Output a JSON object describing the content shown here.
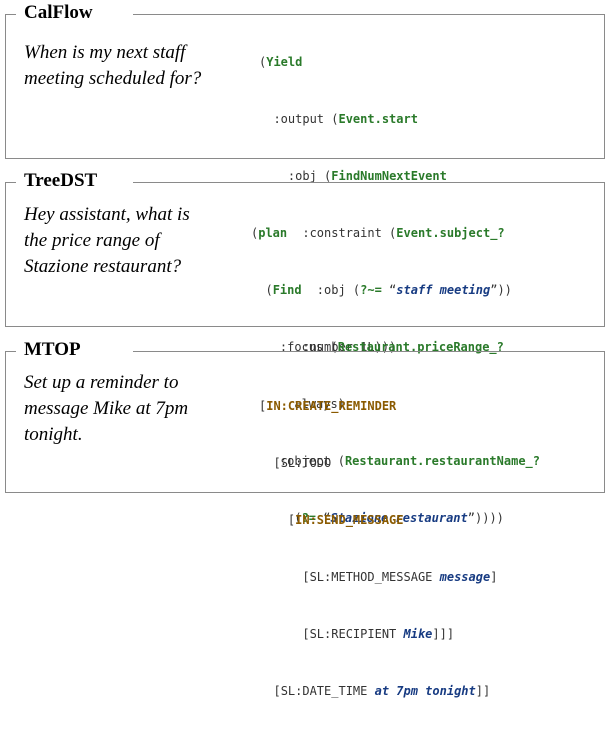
{
  "panels": [
    {
      "title": "CalFlow",
      "utterance_lines": [
        "When is my next staff",
        "meeting scheduled for?"
      ],
      "code_lines": [
        [
          {
            "t": "(",
            "s": "n"
          },
          {
            "t": "Yield",
            "s": "g"
          }
        ],
        [
          {
            "t": "  :output ",
            "s": "n"
          },
          {
            "t": "(",
            "s": "n"
          },
          {
            "t": "Event.start",
            "s": "g"
          }
        ],
        [
          {
            "t": "    :obj ",
            "s": "n"
          },
          {
            "t": "(",
            "s": "n"
          },
          {
            "t": "FindNumNextEvent",
            "s": "g"
          }
        ],
        [
          {
            "t": "      :constraint ",
            "s": "n"
          },
          {
            "t": "(",
            "s": "n"
          },
          {
            "t": "Event.subject_?",
            "s": "g"
          }
        ],
        [
          {
            "t": "        :obj ",
            "s": "n"
          },
          {
            "t": "(",
            "s": "n"
          },
          {
            "t": "?~=",
            "s": "g"
          },
          {
            "t": " “",
            "s": "n"
          },
          {
            "t": "staff meeting",
            "s": "b"
          },
          {
            "t": "”))",
            "s": "n"
          }
        ],
        [
          {
            "t": "      :number ",
            "s": "n"
          },
          {
            "t": "1L)))",
            "s": "n"
          }
        ]
      ]
    },
    {
      "title": "TreeDST",
      "utterance_lines": [
        "Hey assistant, what is",
        "the price range of",
        "Stazione restaurant?"
      ],
      "code_lines": [
        [
          {
            "t": "(",
            "s": "n"
          },
          {
            "t": "plan",
            "s": "g"
          }
        ],
        [
          {
            "t": "  (",
            "s": "n"
          },
          {
            "t": "Find",
            "s": "g"
          }
        ],
        [
          {
            "t": "    :focus ",
            "s": "n"
          },
          {
            "t": "(",
            "s": "n"
          },
          {
            "t": "Restaurant.priceRange_?",
            "s": "g"
          }
        ],
        [
          {
            "t": "      always)",
            "s": "n"
          }
        ],
        [
          {
            "t": "    :object ",
            "s": "n"
          },
          {
            "t": "(",
            "s": "n"
          },
          {
            "t": "Restaurant.restaurantName_?",
            "s": "g"
          }
        ],
        [
          {
            "t": "      (",
            "s": "n"
          },
          {
            "t": "?=",
            "s": "g"
          },
          {
            "t": " “",
            "s": "n"
          },
          {
            "t": "Stazione restaurant",
            "s": "b"
          },
          {
            "t": "”))))",
            "s": "n"
          }
        ]
      ]
    },
    {
      "title": "MTOP",
      "utterance_lines": [
        "Set up a reminder to",
        "message Mike at 7pm",
        "tonight."
      ],
      "code_lines": [
        [
          {
            "t": "[",
            "s": "n"
          },
          {
            "t": "IN:CREATE_REMINDER",
            "s": "o"
          }
        ],
        [
          {
            "t": "  [",
            "s": "n"
          },
          {
            "t": "SL:TODO",
            "s": "n"
          }
        ],
        [
          {
            "t": "    [",
            "s": "n"
          },
          {
            "t": "IN:SEND_MESSAGE",
            "s": "o"
          }
        ],
        [
          {
            "t": "      [",
            "s": "n"
          },
          {
            "t": "SL:METHOD_MESSAGE ",
            "s": "n"
          },
          {
            "t": "message",
            "s": "b"
          },
          {
            "t": "]",
            "s": "n"
          }
        ],
        [
          {
            "t": "      [",
            "s": "n"
          },
          {
            "t": "SL:RECIPIENT ",
            "s": "n"
          },
          {
            "t": "Mike",
            "s": "b"
          },
          {
            "t": "]]]",
            "s": "n"
          }
        ],
        [
          {
            "t": "  [",
            "s": "n"
          },
          {
            "t": "SL:DATE_TIME ",
            "s": "n"
          },
          {
            "t": "at 7pm tonight",
            "s": "b"
          },
          {
            "t": "]]",
            "s": "n"
          }
        ]
      ]
    }
  ],
  "colors": {
    "keyword_green": "#2a7a2a",
    "value_blue": "#173b82",
    "intent_orange": "#8a5a00",
    "border_gray": "#8a8a8a"
  }
}
